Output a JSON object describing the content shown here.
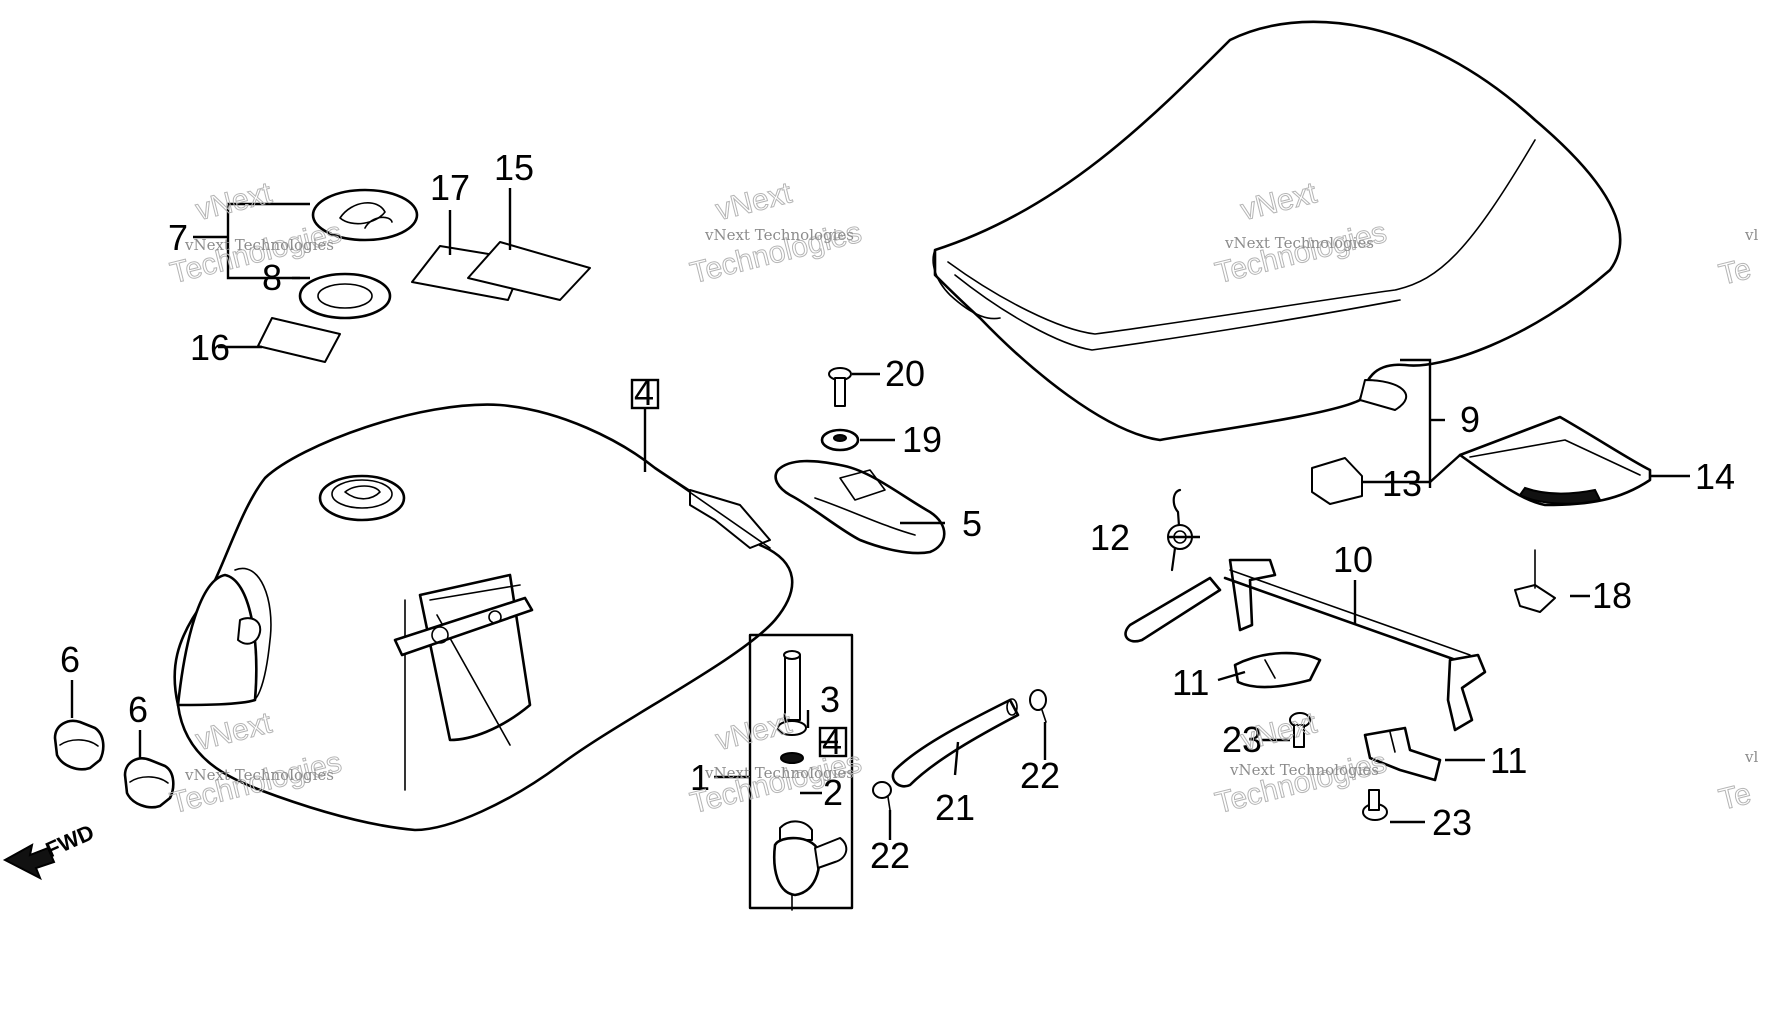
{
  "callouts": [
    "1",
    "2",
    "3",
    "4",
    "4",
    "5",
    "6",
    "6",
    "7",
    "8",
    "9",
    "10",
    "11",
    "11",
    "12",
    "13",
    "14",
    "15",
    "16",
    "17",
    "18",
    "19",
    "20",
    "21",
    "22",
    "22",
    "23",
    "23"
  ],
  "direction_label": "FWD",
  "watermark": {
    "line1": "vNext Technologies",
    "line2": "vNext",
    "line3": "Technologies",
    "edge_small": "vl",
    "edge_big": "Te"
  }
}
